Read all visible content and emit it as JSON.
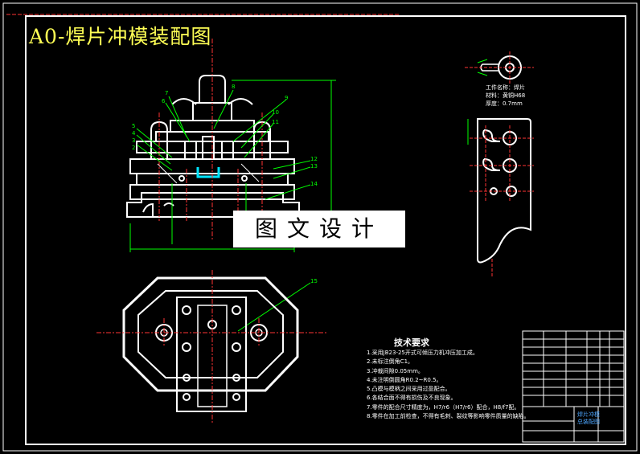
{
  "drawing": {
    "title": "A0-焊片冲模装配图",
    "watermark": "图文设计"
  },
  "part_info": {
    "lines": [
      "工件名称：焊片",
      "材料：黄铜H68",
      "厚度：0.7mm"
    ]
  },
  "tech": {
    "title": "技术要求",
    "items": [
      "1.采用JB23-25开式可倾压力机冲压加工成。",
      "2.未标注倒角C1。",
      "3.冲裁间隙0.05mm。",
      "4.未注明倒圆角R0.2~R0.5。",
      "5.凸模与模柄之间采用过盈配合。",
      "6.各结合面不得有损伤及不良现象。",
      "7.零件的配合尺寸精度为，H7/r6（H7/r6）配合，H8/f7配。",
      "8.零件在加工前检查，不得有毛刺、裂纹等影响零件质量的缺陷。"
    ]
  },
  "part_numbers": [
    "7",
    "6",
    "5",
    "4",
    "3",
    "2",
    "8",
    "9",
    "10",
    "11",
    "12",
    "13",
    "14",
    "15"
  ],
  "title_block": {
    "cells": [
      "焊片冲模",
      "总装配图"
    ]
  },
  "colors": {
    "background": "#000000",
    "outline": "#ffffff",
    "dimension": "#00ff00",
    "centerline": "#ff3333",
    "title": "#ffff55",
    "highlight": "#00e5ff",
    "accent": "#4da6ff"
  }
}
